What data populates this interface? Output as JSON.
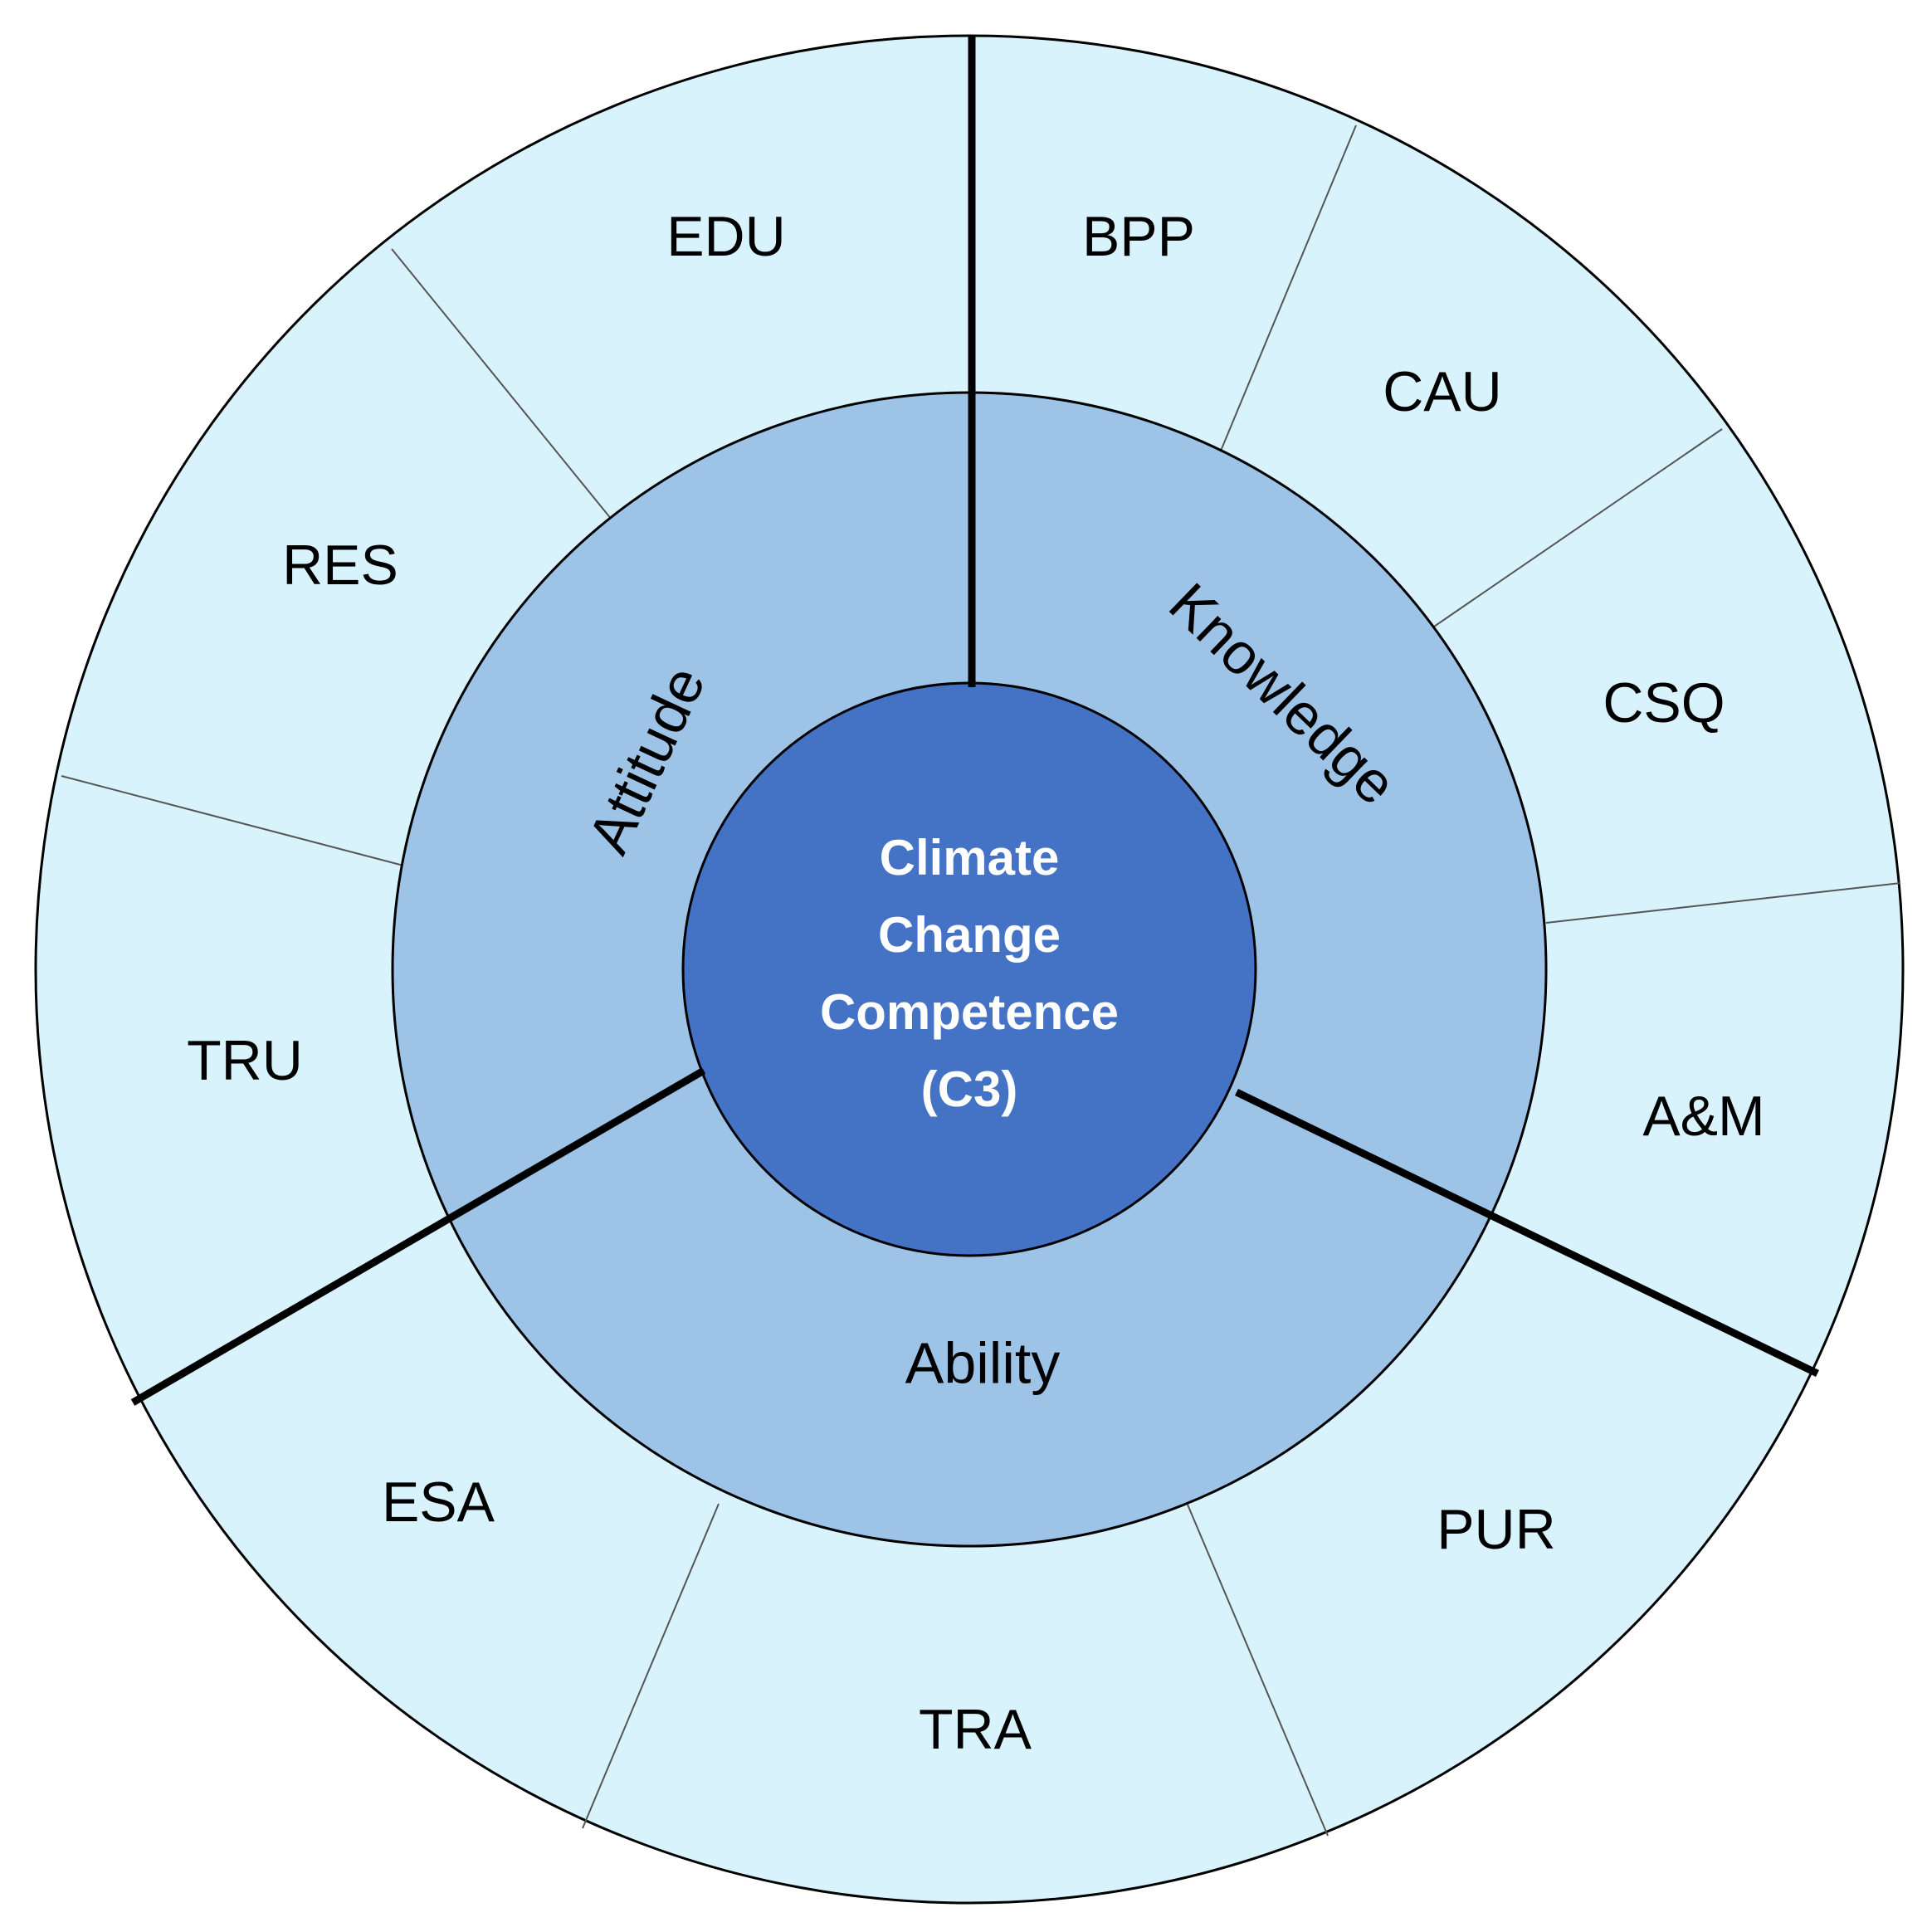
{
  "center": {
    "lines": [
      "Climate",
      "Change",
      "Competence",
      "(C3)"
    ],
    "fill": "#4472c4"
  },
  "dimensions": {
    "attitude": "Attitude",
    "knowledge": "Knowledge",
    "ability": "Ability",
    "fill": "#9dc3e6"
  },
  "segments": {
    "edu": "EDU",
    "res": "RES",
    "tru": "TRU",
    "bpp": "BPP",
    "cau": "CAU",
    "csq": "CSQ",
    "am": "A&M",
    "esa": "ESA",
    "tra": "TRA",
    "pur": "PUR",
    "fill": "#d9f3fd"
  }
}
